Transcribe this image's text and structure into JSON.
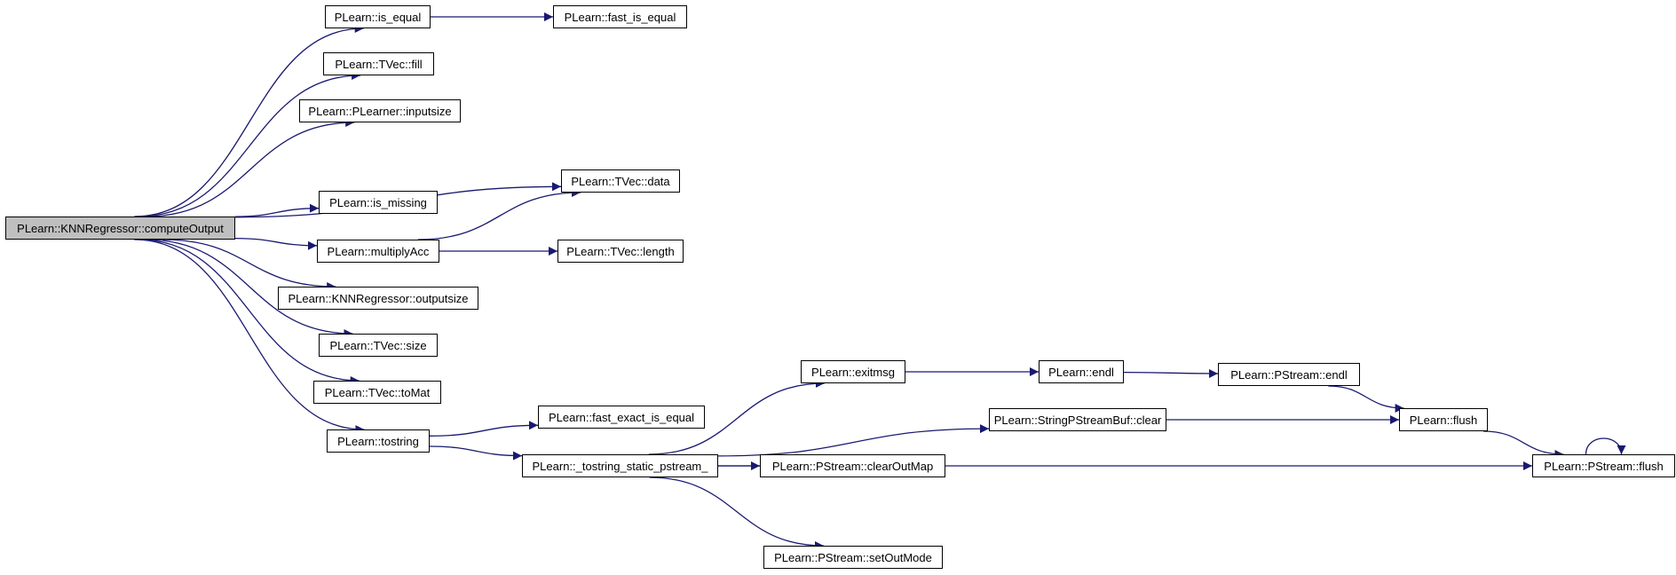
{
  "diagram": {
    "type": "call-graph",
    "colors": {
      "edge": "#191970",
      "root_fill": "#bfbfbf",
      "node_fill": "#ffffff",
      "border": "#000000"
    },
    "nodes": [
      {
        "id": "compute",
        "label": "PLearn::KNNRegressor::computeOutput",
        "root": true
      },
      {
        "id": "is_equal",
        "label": "PLearn::is_equal"
      },
      {
        "id": "fast_is_equal",
        "label": "PLearn::fast_is_equal"
      },
      {
        "id": "fill",
        "label": "PLearn::TVec::fill"
      },
      {
        "id": "inputsize",
        "label": "PLearn::PLearner::inputsize"
      },
      {
        "id": "data",
        "label": "PLearn::TVec::data"
      },
      {
        "id": "is_missing",
        "label": "PLearn::is_missing"
      },
      {
        "id": "multiplyAcc",
        "label": "PLearn::multiplyAcc"
      },
      {
        "id": "length",
        "label": "PLearn::TVec::length"
      },
      {
        "id": "outputsize",
        "label": "PLearn::KNNRegressor::outputsize"
      },
      {
        "id": "size",
        "label": "PLearn::TVec::size"
      },
      {
        "id": "toMat",
        "label": "PLearn::TVec::toMat"
      },
      {
        "id": "tostring",
        "label": "PLearn::tostring"
      },
      {
        "id": "fast_exact",
        "label": "PLearn::fast_exact_is_equal"
      },
      {
        "id": "tostring_static",
        "label": "PLearn::_tostring_static_pstream_"
      },
      {
        "id": "exitmsg",
        "label": "PLearn::exitmsg"
      },
      {
        "id": "endl",
        "label": "PLearn::endl"
      },
      {
        "id": "pstream_endl",
        "label": "PLearn::PStream::endl"
      },
      {
        "id": "sp_clear",
        "label": "PLearn::StringPStreamBuf::clear"
      },
      {
        "id": "flush",
        "label": "PLearn::flush"
      },
      {
        "id": "clearOutMap",
        "label": "PLearn::PStream::clearOutMap"
      },
      {
        "id": "pstream_flush",
        "label": "PLearn::PStream::flush"
      },
      {
        "id": "setOutMode",
        "label": "PLearn::PStream::setOutMode"
      }
    ],
    "edges": [
      [
        "compute",
        "is_equal"
      ],
      [
        "compute",
        "fill"
      ],
      [
        "compute",
        "inputsize"
      ],
      [
        "compute",
        "data"
      ],
      [
        "compute",
        "is_missing"
      ],
      [
        "compute",
        "multiplyAcc"
      ],
      [
        "compute",
        "outputsize"
      ],
      [
        "compute",
        "size"
      ],
      [
        "compute",
        "toMat"
      ],
      [
        "compute",
        "tostring"
      ],
      [
        "is_equal",
        "fast_is_equal"
      ],
      [
        "multiplyAcc",
        "data"
      ],
      [
        "multiplyAcc",
        "length"
      ],
      [
        "tostring",
        "fast_exact"
      ],
      [
        "tostring",
        "tostring_static"
      ],
      [
        "tostring_static",
        "exitmsg"
      ],
      [
        "tostring_static",
        "sp_clear"
      ],
      [
        "tostring_static",
        "clearOutMap"
      ],
      [
        "tostring_static",
        "pstream_flush"
      ],
      [
        "tostring_static",
        "setOutMode"
      ],
      [
        "exitmsg",
        "endl"
      ],
      [
        "endl",
        "pstream_endl"
      ],
      [
        "pstream_endl",
        "flush"
      ],
      [
        "sp_clear",
        "flush"
      ],
      [
        "flush",
        "pstream_flush"
      ],
      [
        "pstream_flush",
        "pstream_flush"
      ]
    ]
  }
}
